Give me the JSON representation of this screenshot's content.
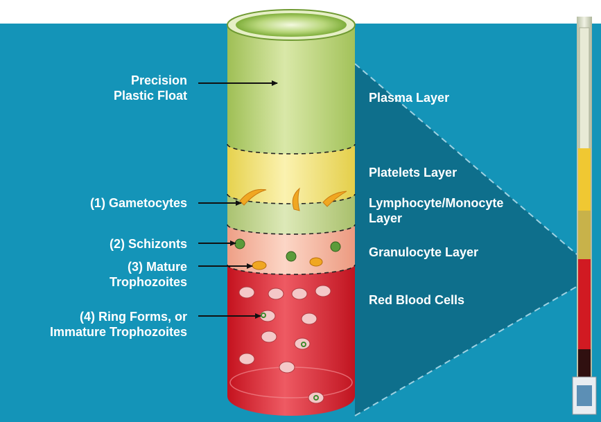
{
  "colors": {
    "background": "#1494b8",
    "panel_dark": "#0e6f8c",
    "plasma": "#c4d88a",
    "platelet": "#f2e58a",
    "buffy": "#c8d89a",
    "granulocyte": "#f6b9a0",
    "red_cells": "#d8222d",
    "label_text": "#ffffff",
    "arrow": "#111111"
  },
  "left_labels": {
    "float_line1": "Precision",
    "float_line2": "Plastic Float",
    "gametocytes": "(1) Gametocytes",
    "schizonts": "(2) Schizonts",
    "mature_line1": "(3) Mature",
    "mature_line2": "Trophozoites",
    "ring_line1": "(4) Ring Forms, or",
    "ring_line2": "Immature Trophozoites"
  },
  "right_labels": {
    "plasma": "Plasma Layer",
    "platelets": "Platelets Layer",
    "lympho_line1": "Lymphocyte/Monocyte",
    "lympho_line2": "Layer",
    "granulocyte": "Granulocyte Layer",
    "red_cells": "Red Blood Cells"
  }
}
